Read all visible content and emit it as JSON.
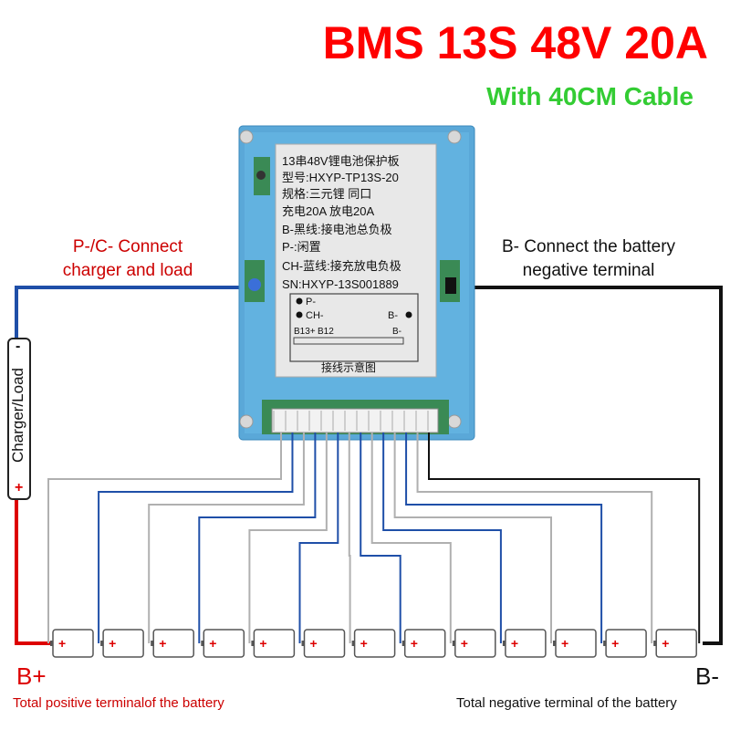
{
  "title": "BMS 13S 48V 20A",
  "subtitle": "With 40CM Cable",
  "left_note": {
    "line1": "P-/C- Connect",
    "line2": "charger and load"
  },
  "right_note": {
    "line1": "B- Connect the battery",
    "line2": "negative terminal"
  },
  "charger_label": "Charger/Load",
  "charger_minus": "-",
  "charger_plus": "+",
  "b_plus": "B+",
  "b_minus": "B-",
  "positive_label": "Total positive terminalof the battery",
  "negative_label": "Total negative terminal of the battery",
  "board_label": {
    "lines": [
      "13串48V锂电池保护板",
      "型号:HXYP-TP13S-20",
      "规格:三元锂 同口",
      "充电20A   放电20A",
      "B-黑线:接电池总负极",
      "P-:闲置",
      "CH-蓝线:接充放电负极",
      "SN:HXYP-13S001889"
    ],
    "diagram_p": "P-",
    "diagram_ch": "CH-",
    "diagram_b": "B-",
    "diagram_b13": "B13+",
    "diagram_b12": "B12",
    "diagram_b_small": "B-",
    "diagram_caption": "接线示意图"
  },
  "cell_count": 13,
  "cell_plus": "+",
  "colors": {
    "title": "#ff0000",
    "subtitle": "#33cc33",
    "board": "#5aa8d8",
    "wire_blue": "#1f4fa8",
    "wire_gray": "#b0b0b0",
    "wire_red": "#dd0000",
    "wire_black": "#111111"
  }
}
